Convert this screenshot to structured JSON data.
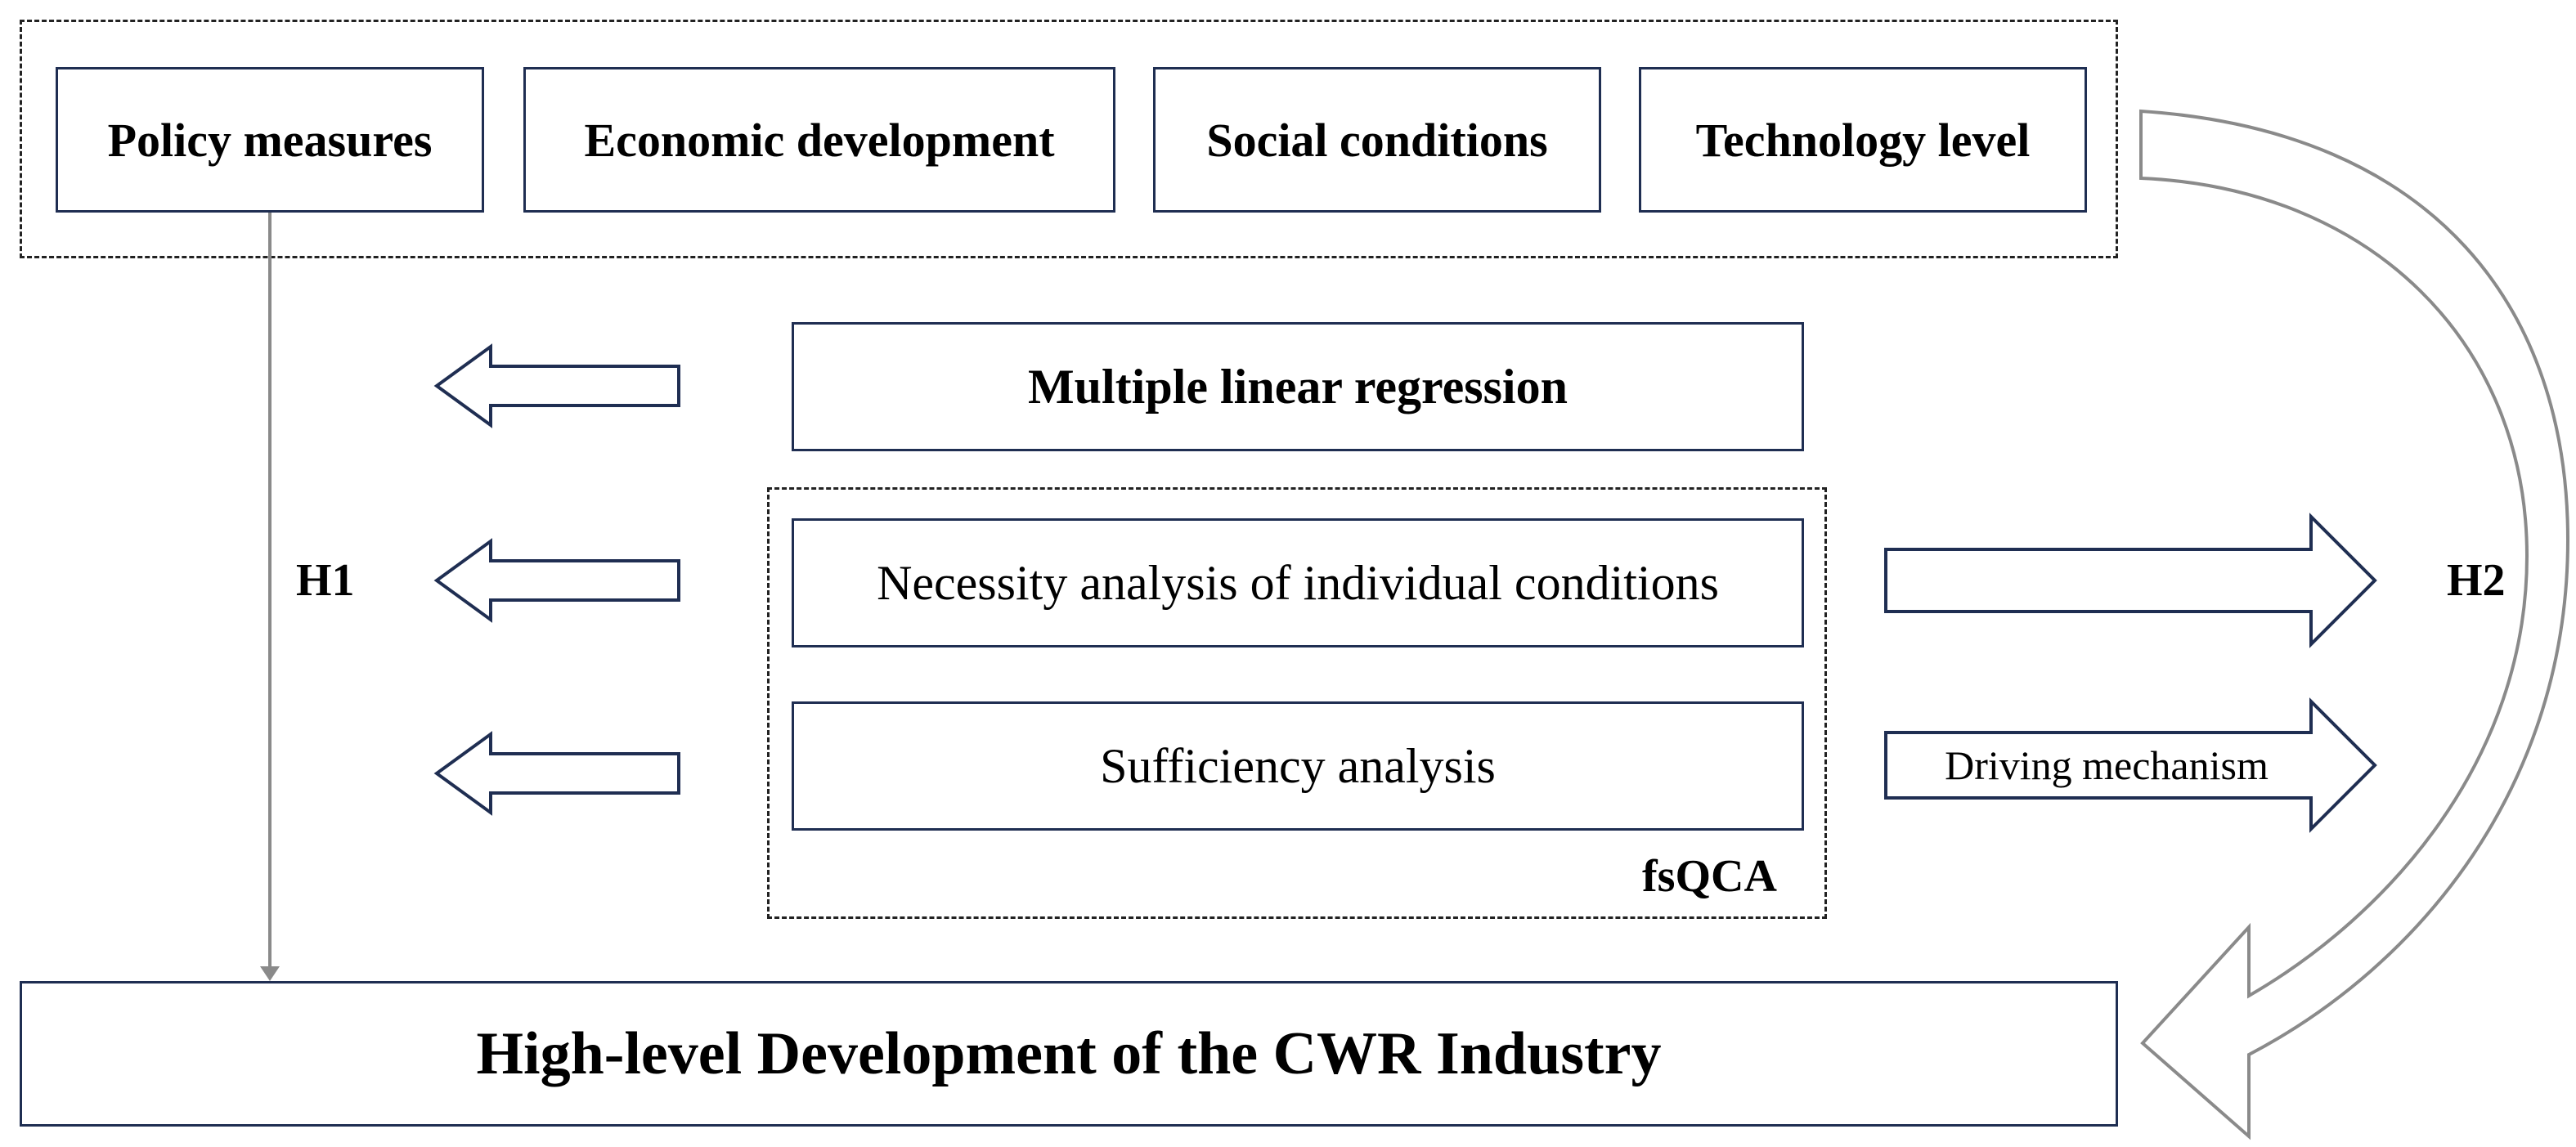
{
  "factors": [
    {
      "label": "Policy measures"
    },
    {
      "label": "Economic development"
    },
    {
      "label": "Social conditions"
    },
    {
      "label": "Technology level"
    }
  ],
  "methods": {
    "regression": "Multiple linear regression",
    "necessity": "Necessity analysis of individual conditions",
    "sufficiency": "Sufficiency analysis",
    "group_label": "fsQCA"
  },
  "hypotheses": {
    "h1": "H1",
    "h2": "H2"
  },
  "driving_mechanism": "Driving mechanism",
  "outcome": "High-level Development of the CWR Industry",
  "colors": {
    "box_border": "#1f2e52",
    "connector": "#8a8a8a",
    "dash_border": "#222222"
  }
}
